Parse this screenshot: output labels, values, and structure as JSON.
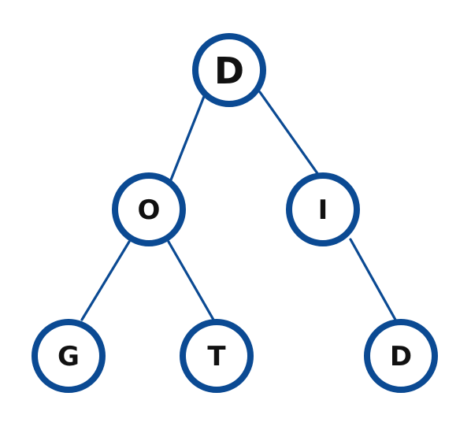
{
  "colors": {
    "node_ring": "#0b4a93",
    "edge": "#0b4a93",
    "node_fill": "#ffffff",
    "label": "#111111"
  },
  "tree": {
    "root": {
      "label": "D"
    },
    "left_child": {
      "label": "O"
    },
    "right_child": {
      "label": "I"
    },
    "left_left_leaf": {
      "label": "G"
    },
    "left_right_leaf": {
      "label": "T"
    },
    "right_leaf": {
      "label": "D"
    }
  }
}
